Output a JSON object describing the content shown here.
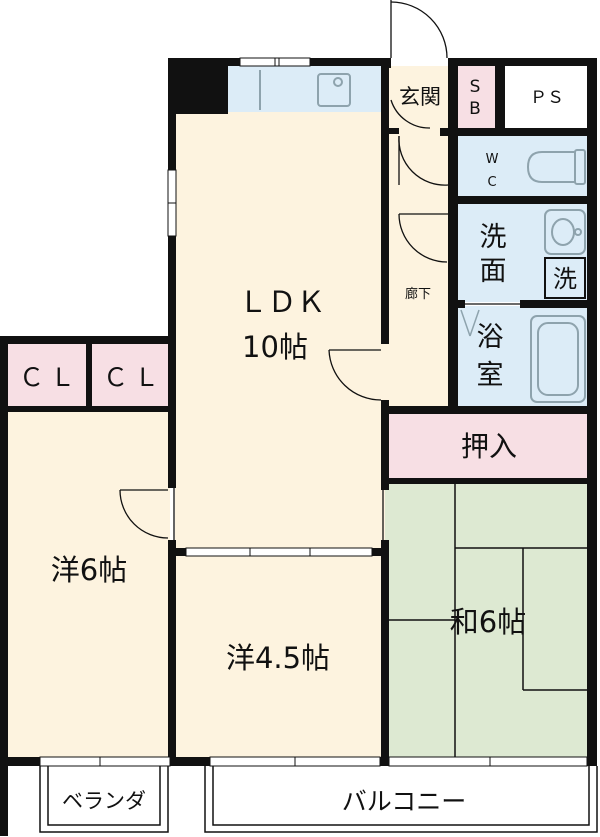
{
  "colors": {
    "floor": "#fdf3df",
    "tatami": "#dde9d2",
    "closet": "#f7dfe4",
    "water": "#dcecf7",
    "wall": "#111111",
    "fixture": "#8ea3ad"
  },
  "rooms": {
    "ldk_name": "ＬＤＫ",
    "ldk_size": "10帖",
    "western1": "洋6帖",
    "western2": "洋4.5帖",
    "japanese": "和6帖",
    "hallway": "廊下",
    "entrance": "玄関",
    "oshiire": "押入",
    "closet1": "ＣＬ",
    "closet2": "ＣＬ",
    "shoebox_top": "S",
    "shoebox_bottom": "B",
    "pipe_space": "ＰＳ",
    "toilet_top": "W",
    "toilet_bottom": "C",
    "washroom_top": "洗",
    "washroom_bottom": "面",
    "washer": "洗",
    "bath_top": "浴",
    "bath_bottom": "室"
  },
  "outdoor": {
    "veranda": "ベランダ",
    "balcony": "バルコニー"
  }
}
